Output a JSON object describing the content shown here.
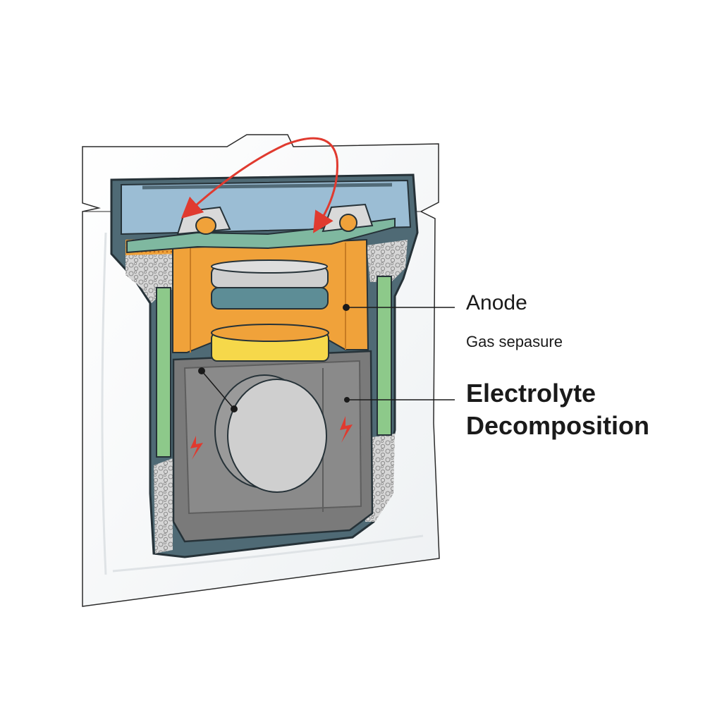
{
  "labels": {
    "anode": "Anode",
    "gas_separator": "Gas sepasure",
    "electrolyte_line1": "Electrolyte",
    "electrolyte_line2": "Decomposition"
  },
  "colors": {
    "pouch_outline": "#2b2b2b",
    "cap_blue": "#9bbdd4",
    "casing_dark": "#4f6a75",
    "anode_orange": "#f0a23a",
    "separator_green": "#7fb8a0",
    "side_green": "#8dc98a",
    "cathode_yellow": "#f6d84a",
    "electrolyte_gray": "#7a7a7a",
    "disc_gray": "#cfcfcf",
    "arrow_red": "#e03a2f",
    "gas_bubbles": "#b8b8b8"
  },
  "icons": {
    "terminal": "ring-terminal-icon",
    "spark": "spark-icon",
    "arrow": "curved-arrow-icon"
  }
}
